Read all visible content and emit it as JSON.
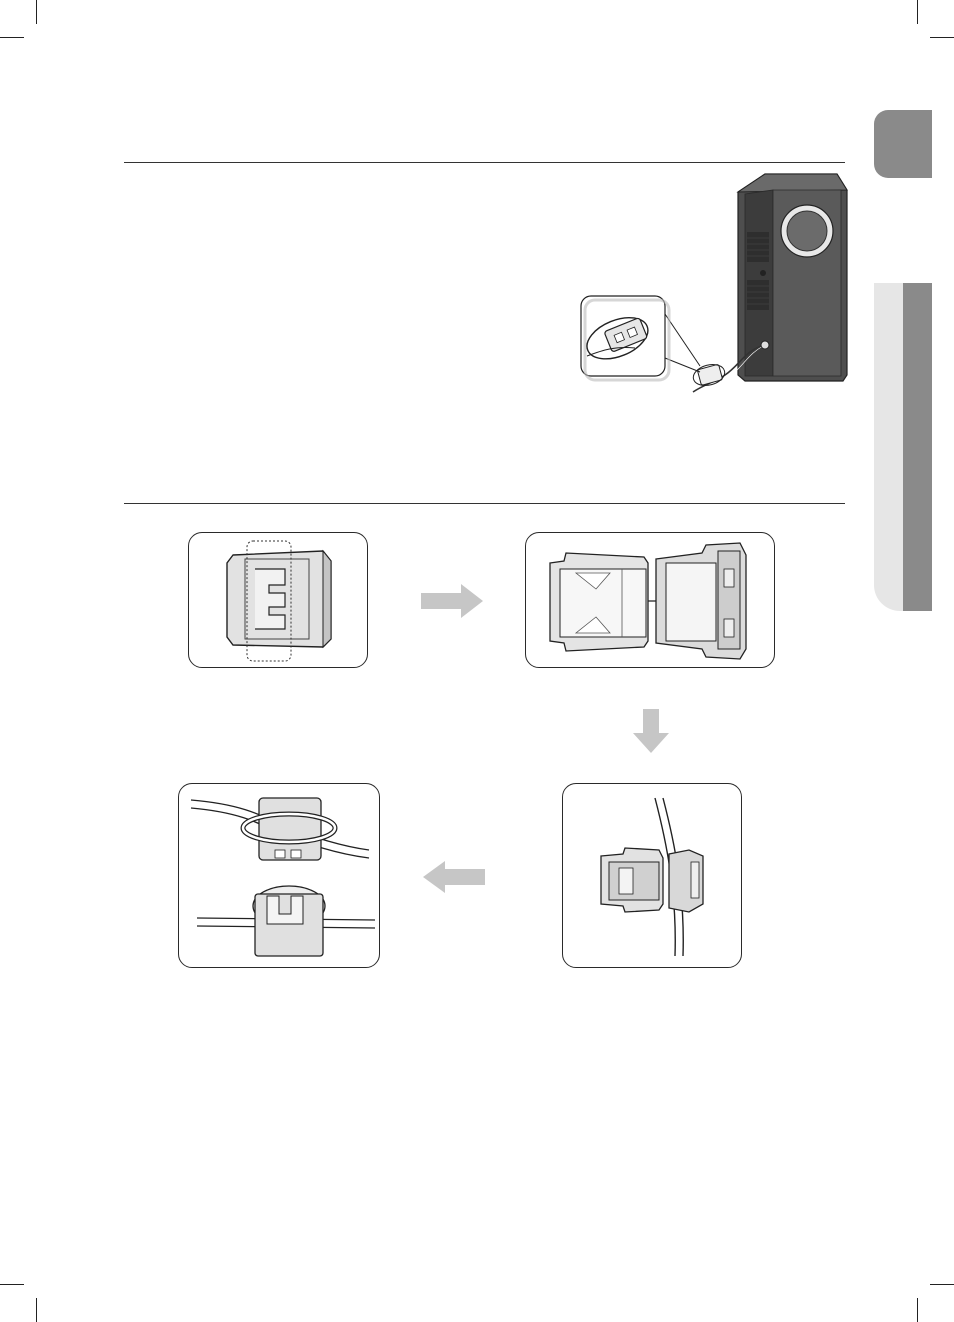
{
  "page": {
    "colors": {
      "rule": "#333333",
      "tab_dark": "#8a8a8a",
      "tab_light": "#e6e6e6",
      "arrow": "#c6c6c6",
      "speaker": "#5b5b5b"
    },
    "icons": [
      "subwoofer-speaker-illustration",
      "ferrite-core-magnifier-callout",
      "ferrite-core-closed",
      "ferrite-core-open",
      "ferrite-core-with-cable",
      "ferrite-core-wrapped-cable",
      "arrow-right-icon",
      "arrow-down-icon",
      "arrow-left-icon"
    ]
  }
}
